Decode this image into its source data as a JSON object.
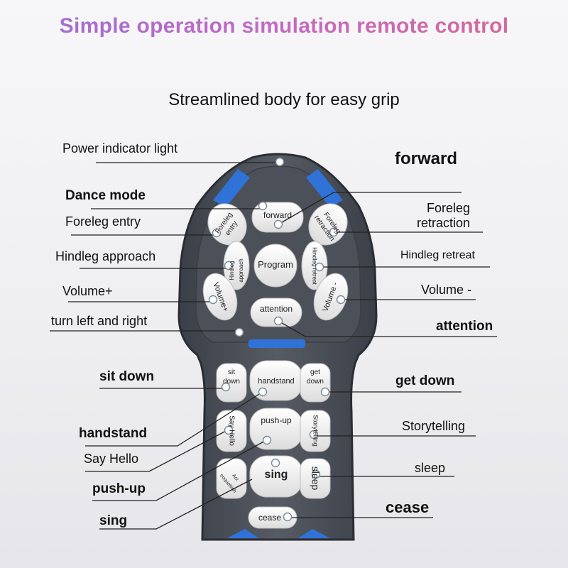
{
  "title": "Simple operation simulation remote control",
  "subtitle": "Streamlined body for easy grip",
  "colors": {
    "body": "#4a4f58",
    "body_dark": "#2f333a",
    "accent_blue": "#2f73d8",
    "button": "#f4f4f4"
  },
  "callouts": {
    "power_indicator": "Power indicator light",
    "forward": "forward",
    "dance_mode": "Dance mode",
    "foreleg_entry": "Foreleg entry",
    "foreleg_retraction": "Foreleg\nretraction",
    "hindleg_approach": "Hindleg approach",
    "hindleg_retreat": "Hindleg retreat",
    "volume_plus": "Volume+",
    "volume_minus": "Volume -",
    "turn": "turn left and right",
    "attention": "attention",
    "sit_down": "sit down",
    "get_down": "get down",
    "handstand": "handstand",
    "storytelling": "Storytelling",
    "say_hello": "Say Hello",
    "push_up": "push-up",
    "sleep": "sleep",
    "sing": "sing",
    "cease": "cease"
  },
  "buttons": {
    "forward": "forward",
    "foreleg_entry": "Foreleg entry",
    "foreleg_retraction": "Foreleg retraction",
    "program": "Program",
    "hindleg_approach": "Hindleg approach",
    "hindleg_retreat": "Hindleg retreat",
    "volume_plus": "Volume+",
    "volume_minus": "Volume -",
    "attention": "attention",
    "sit_down": "sit\ndown",
    "handstand": "handstand",
    "get_down": "get\ndown",
    "say_hello": "Say Hello",
    "push_up": "push-up",
    "storytelling": "Storytelling",
    "act_coquettish": "Act\ncoquettish",
    "sing": "sing",
    "sleep": "sleep",
    "cease": "cease"
  }
}
